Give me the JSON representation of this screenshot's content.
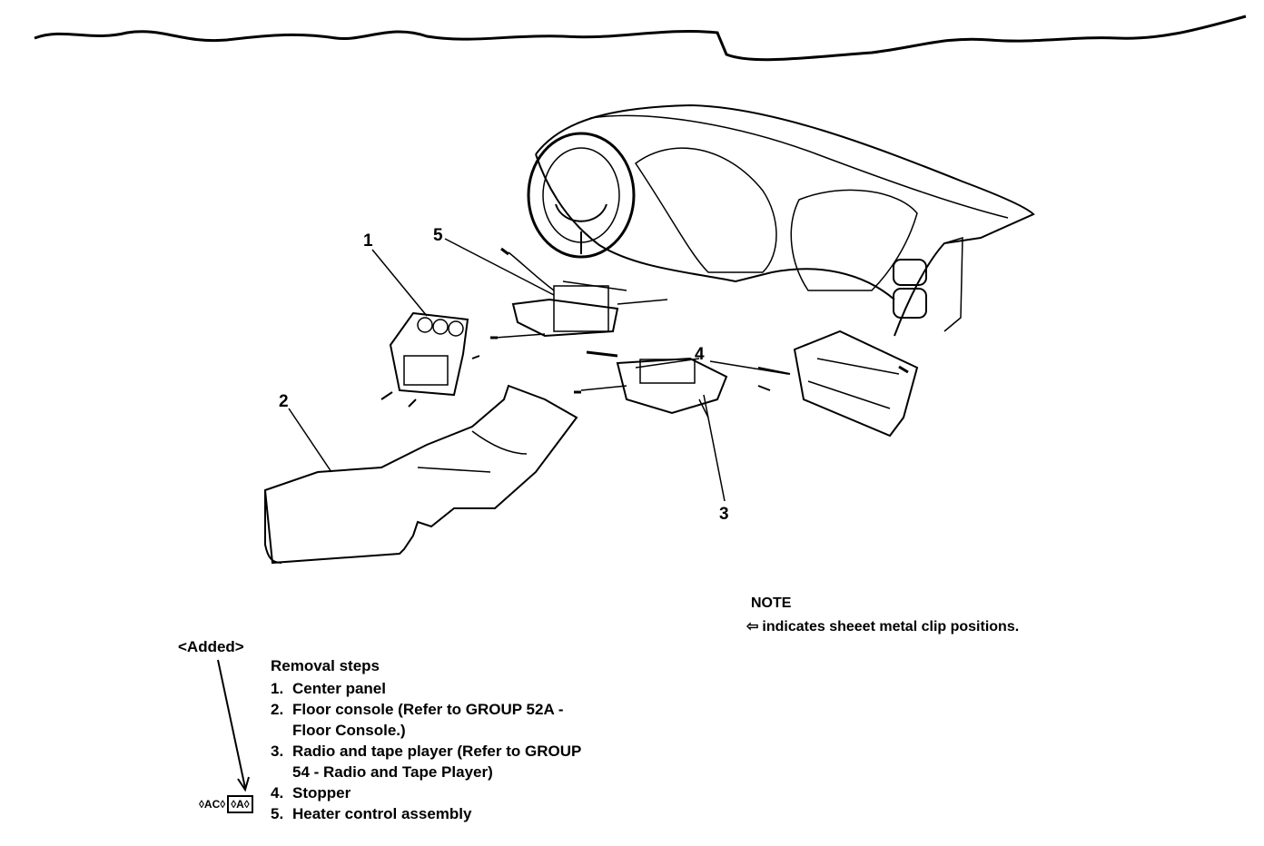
{
  "callouts": [
    "1",
    "2",
    "3",
    "4",
    "5"
  ],
  "note": {
    "title": "NOTE",
    "arrow_icon": "clip-arrow-icon",
    "text": "indicates sheeet metal clip positions."
  },
  "added_label": "<Added>",
  "removal": {
    "title": "Removal steps",
    "steps": [
      {
        "num": "1.",
        "text": "Center panel"
      },
      {
        "num": "2.",
        "text": "Floor console (Refer to GROUP 52A -",
        "cont": "Floor Console.)"
      },
      {
        "num": "3.",
        "text": "Radio and tape player (Refer to GROUP",
        "cont": "54 - Radio and Tape Player)"
      },
      {
        "num": "4.",
        "text": "Stopper"
      },
      {
        "num": "5.",
        "text": "Heater control assembly"
      }
    ]
  },
  "service_marks": {
    "plain": "◊AC◊",
    "boxed": "◊A◊"
  }
}
